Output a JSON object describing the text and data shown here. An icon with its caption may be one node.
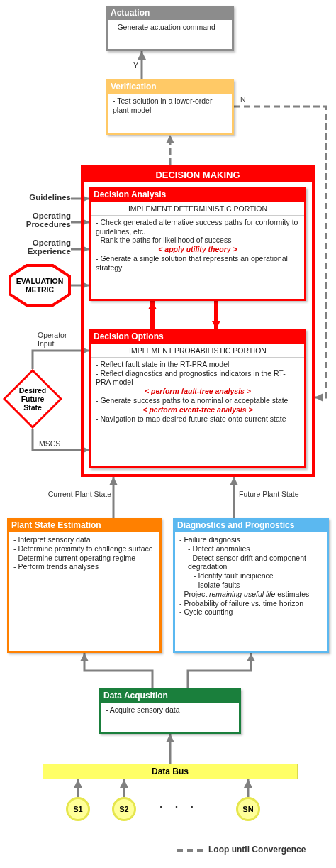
{
  "diagram": {
    "nodes": [
      {
        "text": [
          "S1"
        ]
      },
      {
        "text": [
          "S2"
        ]
      },
      {
        "text": [
          "SN"
        ]
      },
      {
        "text": [
          "Data Bus"
        ]
      },
      {
        "text": [
          "Data Acqusition",
          "- Acquire sensory data"
        ]
      },
      {
        "text": [
          "Plant State Estimation",
          "- Interpret sensory data",
          "- Determine proximity to challenge surface",
          "- Determine current operating regime",
          "- Perform trends analyses"
        ]
      },
      {
        "text": [
          "Diagnostics and Prognostics",
          "- Failure diagnosis",
          "- Detect anomalies",
          "- Detect sensor drift and component degradation",
          "- Identify fault incipience",
          "- Isolate faults",
          "- Project *remaining useful life* estimates",
          "- Probability of failure vs. time horizon",
          "- Cycle counting"
        ]
      },
      {
        "text": [
          "DECISION MAKING"
        ]
      },
      {
        "text": [
          "Decision Options",
          "IMPLEMENT PROBABILISTIC PORTION",
          "- Reflect fault state in the RT-PRA model",
          "- Reflect diagnostics and prognostics indicators in the RT-PRA model",
          "< perform fault-tree analysis >",
          "- Generate success paths to a nominal or acceptable state",
          "< perform event-tree analysis >",
          "- Navigation to map desired future state onto current state"
        ],
        "in": 7
      },
      {
        "text": [
          "Decision Analysis",
          "IMPLEMENT DETERMINISTIC PORTION",
          "- Check generated alternative success paths for conformity to guidelines, etc.",
          "- Rank the paths for likelihood of success",
          "< apply utility theory >",
          "- Generate a single solution that represents an operational strategy"
        ],
        "in": 7
      },
      {
        "text": [
          "Desired Future State"
        ]
      },
      {
        "text": [
          "EVALUATION METRIC"
        ]
      },
      {
        "text": [
          "Guidelines"
        ]
      },
      {
        "text": [
          "Operating Procedures"
        ]
      },
      {
        "text": [
          "Operating Experience"
        ]
      },
      {
        "text": [
          "Verification",
          "- Test solution in a lower-order plant model"
        ]
      },
      {
        "text": [
          "Actuation",
          "- Generate actuation command"
        ]
      }
    ],
    "edges": [
      {
        "from": 0,
        "to": 3,
        "arrow": "to"
      },
      {
        "from": 1,
        "to": 3,
        "arrow": "to"
      },
      {
        "from": 2,
        "to": 3,
        "arrow": "to"
      },
      {
        "from": 3,
        "to": 4,
        "arrow": "to"
      },
      {
        "from": 4,
        "to": 5,
        "arrow": "to"
      },
      {
        "from": 4,
        "to": 6,
        "arrow": "to"
      },
      {
        "from": 5,
        "to": 7,
        "arrow": "to",
        "label": "Current Plant State"
      },
      {
        "from": 6,
        "to": 7,
        "arrow": "to",
        "label": "Future Plant State"
      },
      {
        "from": 10,
        "to": 8,
        "arrow": "to",
        "label": "MSCS"
      },
      {
        "from": 10,
        "to": 8,
        "arrow": "to",
        "label": "Operator Input"
      },
      {
        "from": 12,
        "to": 9,
        "arrow": "to"
      },
      {
        "from": 13,
        "to": 9,
        "arrow": "to"
      },
      {
        "from": 14,
        "to": 9,
        "arrow": "to"
      },
      {
        "from": 11,
        "to": 9,
        "arrow": "to"
      },
      {
        "from": 8,
        "to": 9,
        "arrow": "to",
        "style": "thick",
        "color": "#ff0000"
      },
      {
        "from": 9,
        "to": 8,
        "arrow": "to",
        "style": "thick",
        "color": "#ff0000"
      },
      {
        "from": 7,
        "to": 15,
        "arrow": "to",
        "style": "dashed"
      },
      {
        "from": 15,
        "to": 16,
        "arrow": "to",
        "label": "Y"
      },
      {
        "from": 15,
        "to": 7,
        "arrow": "to",
        "label": "N",
        "style": "dashed"
      }
    ],
    "labels": [
      "· · ·"
    ],
    "legend": [
      {
        "text": "Loop until Convergence"
      }
    ]
  }
}
